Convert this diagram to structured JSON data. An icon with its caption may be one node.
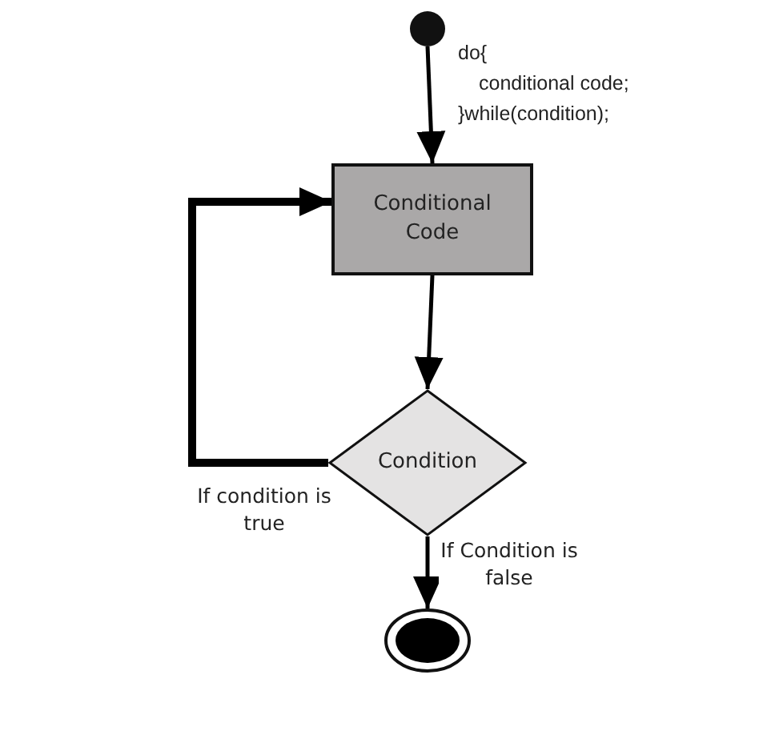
{
  "diagram": {
    "nodes": [
      {
        "text": [],
        "shape": "circle"
      },
      {
        "text": [
          "Conditional Code"
        ]
      },
      {
        "text": [
          "Condition"
        ]
      },
      {
        "text": [],
        "shape": "circle"
      }
    ],
    "edges": [
      {
        "from": 0,
        "to": 1,
        "arrow": "to"
      },
      {
        "from": 1,
        "to": 2,
        "arrow": "to"
      },
      {
        "from": 2,
        "to": 1,
        "arrow": "to",
        "label": "If condition is true",
        "style": "thick"
      },
      {
        "from": 2,
        "to": 3,
        "arrow": "to",
        "label": "If Condition is false"
      }
    ],
    "labels": [
      "do{",
      "conditional code;",
      "}while(condition);"
    ]
  }
}
